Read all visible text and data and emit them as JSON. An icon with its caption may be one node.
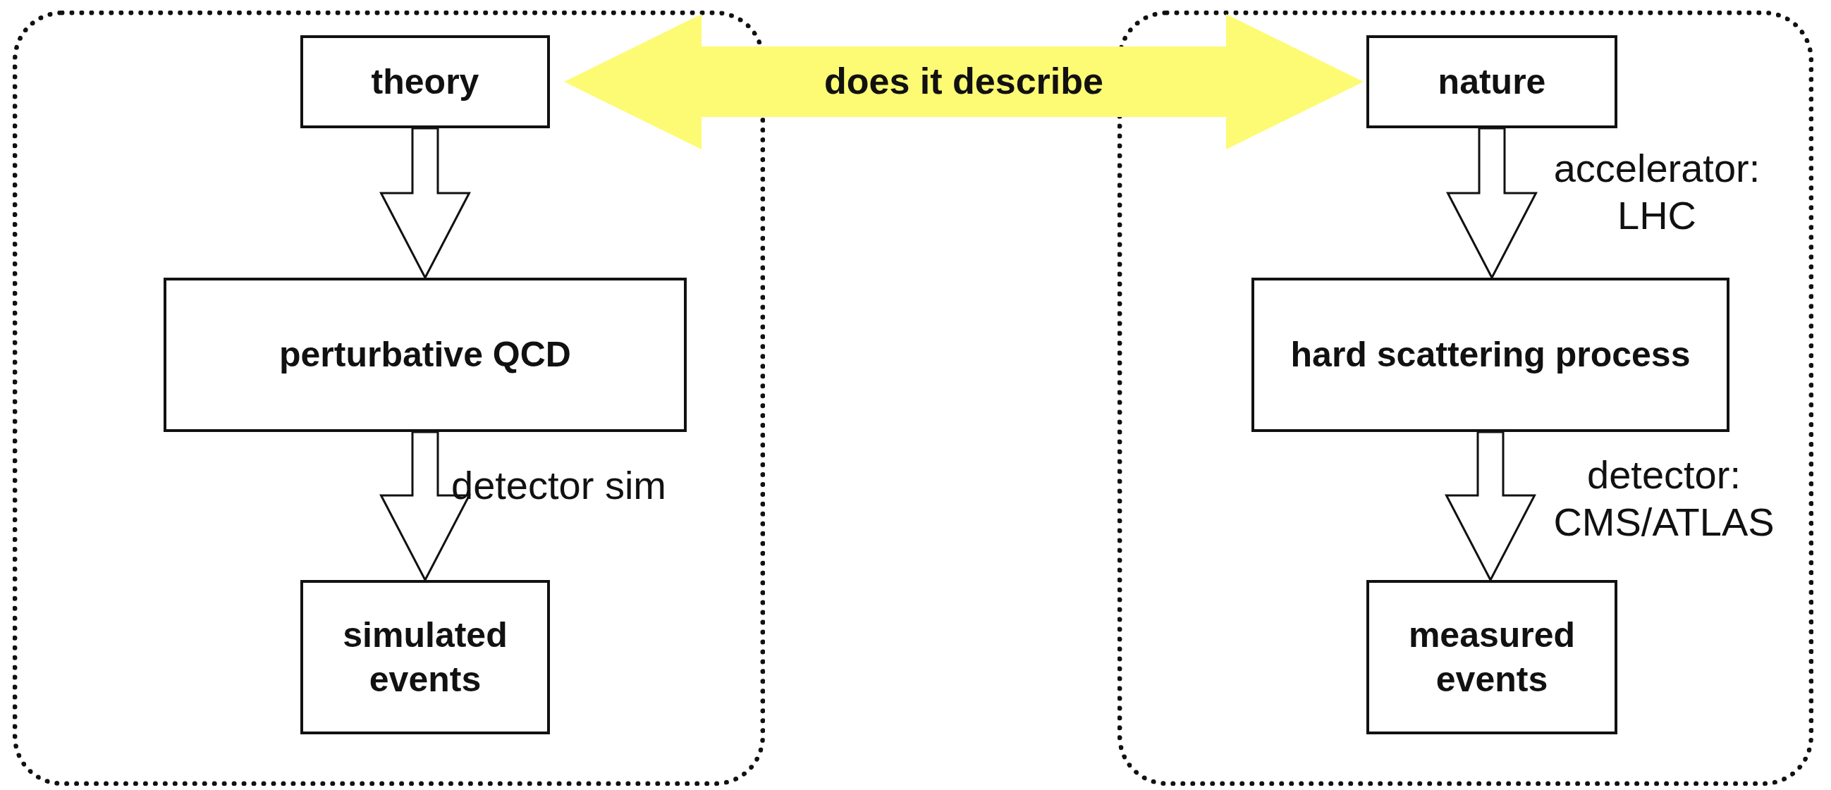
{
  "diagram": {
    "nodes": [
      {
        "text": [],
        "shape": "box"
      },
      {
        "text": [
          "theory"
        ],
        "in": 0
      },
      {
        "text": [
          "perturbative QCD"
        ],
        "in": 0
      },
      {
        "text": [
          "simulated events"
        ],
        "in": 0
      },
      {
        "text": [],
        "shape": "box"
      },
      {
        "text": [
          "nature"
        ],
        "in": 4
      },
      {
        "text": [
          "hard scattering process"
        ],
        "in": 4
      },
      {
        "text": [
          "measured events"
        ],
        "in": 4
      }
    ],
    "edges": [
      {
        "from": 1,
        "to": 5,
        "arrow": "both",
        "label": "does it describe",
        "style": "thick",
        "color": "#fdfb74"
      },
      {
        "from": 1,
        "to": 2,
        "arrow": "to"
      },
      {
        "from": 2,
        "to": 3,
        "arrow": "to",
        "label": "detector sim"
      },
      {
        "from": 5,
        "to": 6,
        "arrow": "to",
        "label": "accelerator: LHC"
      },
      {
        "from": 6,
        "to": 7,
        "arrow": "to",
        "label": "detector: CMS/ATLAS"
      }
    ]
  }
}
